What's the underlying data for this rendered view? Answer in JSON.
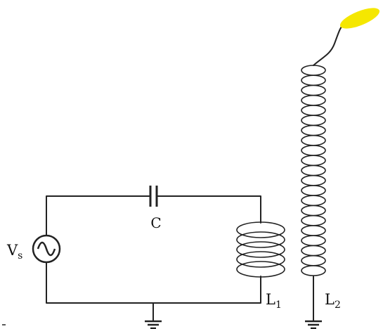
{
  "labels": {
    "source_main": "V",
    "source_sub": "s",
    "capacitor": "C",
    "primary_main": "L",
    "primary_sub": "1",
    "secondary_main": "L",
    "secondary_sub": "2"
  },
  "components": {
    "primary_turns": 5,
    "secondary_turns": 21
  },
  "colors": {
    "wire": "#222222",
    "top_load": "#f5e700",
    "background": "#ffffff"
  }
}
